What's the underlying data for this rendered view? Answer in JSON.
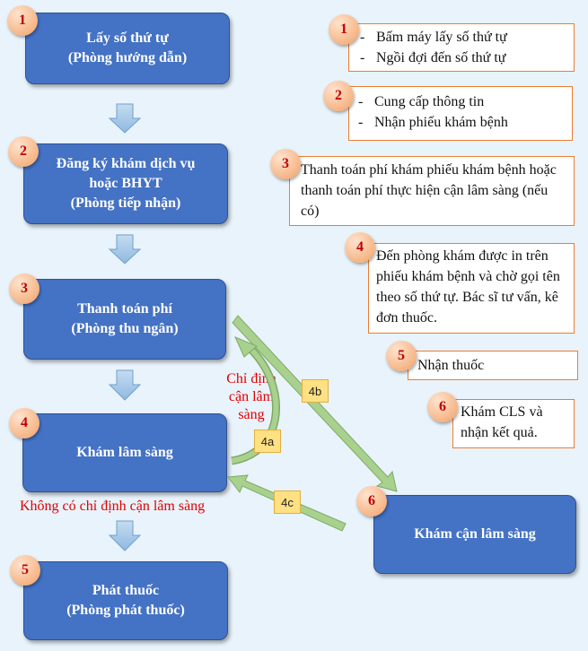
{
  "steps": [
    {
      "num": "1",
      "line1": "Lấy số thứ tự",
      "line2": "(Phòng hướng dẫn)"
    },
    {
      "num": "2",
      "line1": "Đăng ký khám dịch vụ",
      "line1b": "hoặc BHYT",
      "line2": "(Phòng tiếp nhận)"
    },
    {
      "num": "3",
      "line1": "Thanh toán phí",
      "line2": "(Phòng thu ngân)"
    },
    {
      "num": "4",
      "line1": "Khám lâm sàng"
    },
    {
      "num": "5",
      "line1": "Phát thuốc",
      "line2": "(Phòng phát thuốc)"
    },
    {
      "num": "6",
      "line1": "Khám cận lâm sàng"
    }
  ],
  "notes": [
    {
      "num": "1",
      "items": [
        "Bấm máy lấy số thứ tự",
        "Ngồi đợi đến số thứ tự"
      ]
    },
    {
      "num": "2",
      "items": [
        "Cung cấp thông tin",
        "Nhận phiếu khám bệnh"
      ]
    },
    {
      "num": "3",
      "text": "Thanh toán phí khám phiếu khám bệnh hoặc thanh toán phí thực hiện cận lâm sàng (nếu có)"
    },
    {
      "num": "4",
      "text": "Đến phòng khám được in trên phiếu khám bệnh và chờ gọi tên theo số thứ tự. Bác sĩ tư vấn, kê đơn thuốc."
    },
    {
      "num": "5",
      "text": "Nhận thuốc"
    },
    {
      "num": "6",
      "text": "Khám CLS và nhận kết quả."
    }
  ],
  "labels": {
    "clinical_indication": "Chỉ định cận lâm sàng",
    "no_clinical_indication": "Không có chỉ định cận lâm sàng",
    "tag_4a": "4a",
    "tag_4b": "4b",
    "tag_4c": "4c"
  },
  "colors": {
    "step_fill": "#4472c4",
    "badge_fill": "#f6b585",
    "badge_text": "#c00000",
    "note_border": "#ed7d31",
    "arrow_down": "#9dc3e6",
    "arrow_green": "#a9d18e",
    "tag_fill": "#ffe083",
    "red_text": "#e00000"
  }
}
